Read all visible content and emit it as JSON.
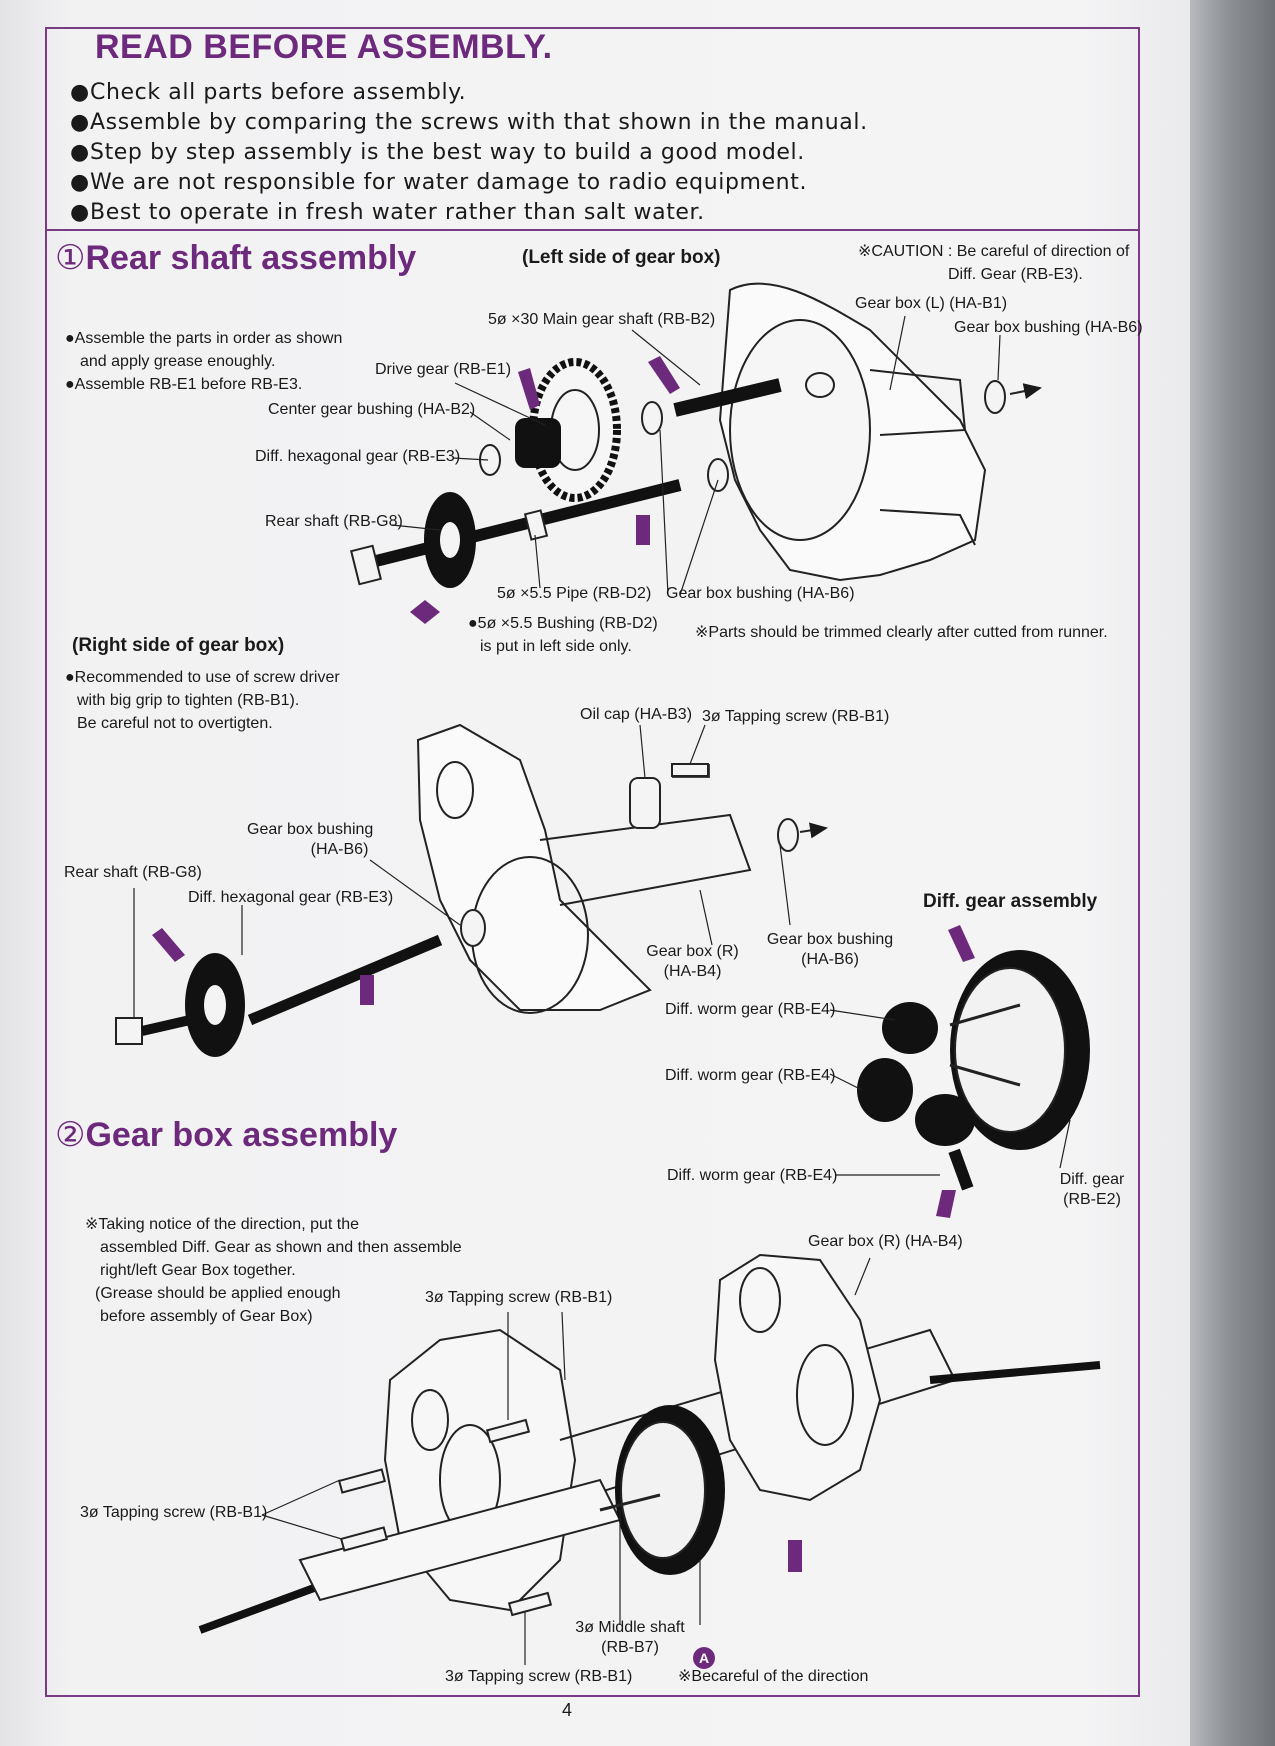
{
  "header": {
    "title": "READ BEFORE ASSEMBLY.",
    "rules": [
      "Check all parts before assembly.",
      "Assemble by comparing the screws with that shown in the manual.",
      "Step by step assembly is the best way to build a good model.",
      "We are not responsible for water damage to radio equipment.",
      "Best to operate in fresh water rather than salt water."
    ]
  },
  "section1": {
    "number": "①",
    "title": "Rear shaft assembly",
    "left_side_title": "(Left side of gear box)",
    "caution": [
      "※CAUTION : Be careful of direction of",
      "Diff. Gear (RB-E3)."
    ],
    "notes": [
      "●Assemble the parts in order as shown",
      "and apply grease enoughly.",
      "●Assemble RB-E1 before RB-E3."
    ],
    "labels": {
      "gear_box_l": "Gear box (L) (HA-B1)",
      "gear_box_bushing_top": "Gear box bushing (HA-B6)",
      "main_gear_shaft": "5ø ×30 Main gear shaft (RB-B2)",
      "drive_gear": "Drive gear (RB-E1)",
      "center_gear_bushing": "Center gear bushing (HA-B2)",
      "diff_hex_gear": "Diff. hexagonal gear (RB-E3)",
      "rear_shaft": "Rear shaft (RB-G8)",
      "pipe": "5ø ×5.5 Pipe (RB-D2)",
      "gear_box_bushing_bottom": "Gear box bushing (HA-B6)",
      "bushing_note_1": "●5ø ×5.5 Bushing (RB-D2)",
      "bushing_note_2": "is put in left side only.",
      "trim_note": "※Parts should be trimmed clearly after cutted from runner."
    },
    "right_side_title": "(Right side of gear box)",
    "right_notes": [
      "●Recommended to use of screw driver",
      "with big grip to tighten (RB-B1).",
      "Be careful not to overtigten."
    ],
    "right_labels": {
      "oil_cap": "Oil cap (HA-B3)",
      "tapping_screw": "3ø Tapping screw (RB-B1)",
      "gear_box_bushing_1": "Gear box bushing",
      "gear_box_bushing_1_code": "(HA-B6)",
      "rear_shaft": "Rear shaft (RB-G8)",
      "diff_hex_gear": "Diff. hexagonal gear (RB-E3)",
      "gear_box_r": "Gear box (R)",
      "gear_box_r_code": "(HA-B4)",
      "gear_box_bushing_2": "Gear box bushing",
      "gear_box_bushing_2_code": "(HA-B6)"
    },
    "diff_title": "Diff. gear assembly",
    "diff_labels": {
      "worm_1": "Diff. worm gear (RB-E4)",
      "worm_2": "Diff. worm gear (RB-E4)",
      "worm_3": "Diff. worm gear (RB-E4)",
      "diff_gear": "Diff. gear",
      "diff_gear_code": "(RB-E2)"
    }
  },
  "section2": {
    "number": "②",
    "title": "Gear box assembly",
    "notes": [
      "※Taking notice of the direction, put the",
      "assembled Diff. Gear as shown and then assemble",
      "right/left Gear Box together.",
      "(Grease should be applied enough",
      "before assembly of Gear Box)"
    ],
    "labels": {
      "gear_box_r": "Gear box (R) (HA-B4)",
      "tapping_top": "3ø Tapping screw (RB-B1)",
      "tapping_left": "3ø Tapping screw (RB-B1)",
      "middle_shaft": "3ø Middle shaft",
      "middle_shaft_code": "(RB-B7)",
      "tapping_bottom": "3ø Tapping screw (RB-B1)",
      "circle_mark": "A",
      "direction_note": "※Becareful of the direction"
    }
  },
  "page_number": "4",
  "colors": {
    "accent": "#6d2a7c",
    "frame": "#7b3a86",
    "ink": "#1a1a1a",
    "paper": "#f4f4f5"
  }
}
